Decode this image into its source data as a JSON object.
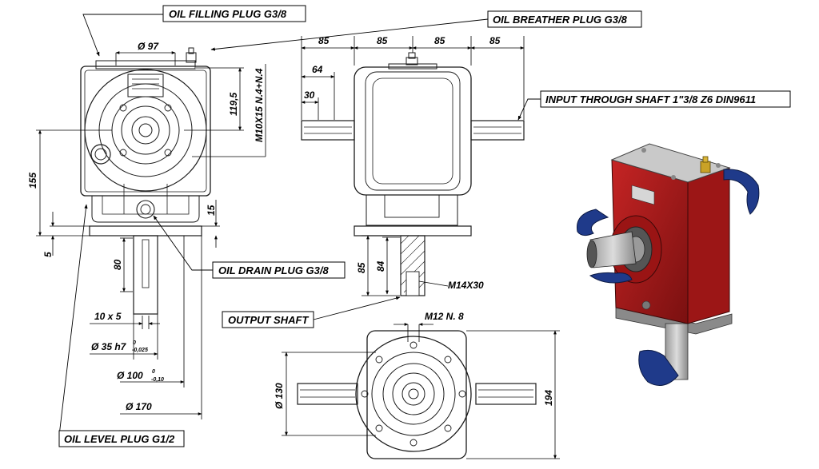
{
  "callouts": {
    "oil_filling_plug": "OIL  FILLING PLUG G3/8",
    "oil_breather_plug": "OIL BREATHER PLUG G3/8",
    "input_through_shaft": "INPUT  THROUGH SHAFT 1\"3/8 Z6 DIN9611",
    "oil_drain_plug": "OIL DRAIN PLUG G3/8",
    "output_shaft": "OUTPUT SHAFT",
    "oil_level_plug": "OIL LEVEL PLUG G1/2"
  },
  "front_view": {
    "dia_97": "Ø 97",
    "dim_119_5": "119,5",
    "m10": "M10X15 N.4+N.4",
    "dim_155": "155",
    "dim_15": "15",
    "dim_5": "5",
    "dim_80": "80",
    "key_10x5": "10 x 5",
    "shaft_35": "Ø 35 h7",
    "shaft_35_upper": "0",
    "shaft_35_lower": "-0,025",
    "spigot_100": "Ø 100",
    "spigot_100_upper": "0",
    "spigot_100_lower": "-0,10",
    "flange_170": "Ø 170"
  },
  "side_view": {
    "dim_85_a": "85",
    "dim_85_b": "85",
    "dim_85_c": "85",
    "dim_85_d": "85",
    "dim_64": "64",
    "dim_30": "30",
    "dim_85_v": "85",
    "dim_84_v": "84",
    "m14": "M14X30"
  },
  "bottom_view": {
    "m12": "M12 N. 8",
    "dia_130": "Ø 130",
    "dim_194": "194"
  },
  "colors": {
    "line": "#1a1a1a",
    "housing_red": "#b51d1d",
    "housing_dark": "#7a1010",
    "plate_grey": "#c9c9c9",
    "guard_blue": "#1f3a8a"
  }
}
